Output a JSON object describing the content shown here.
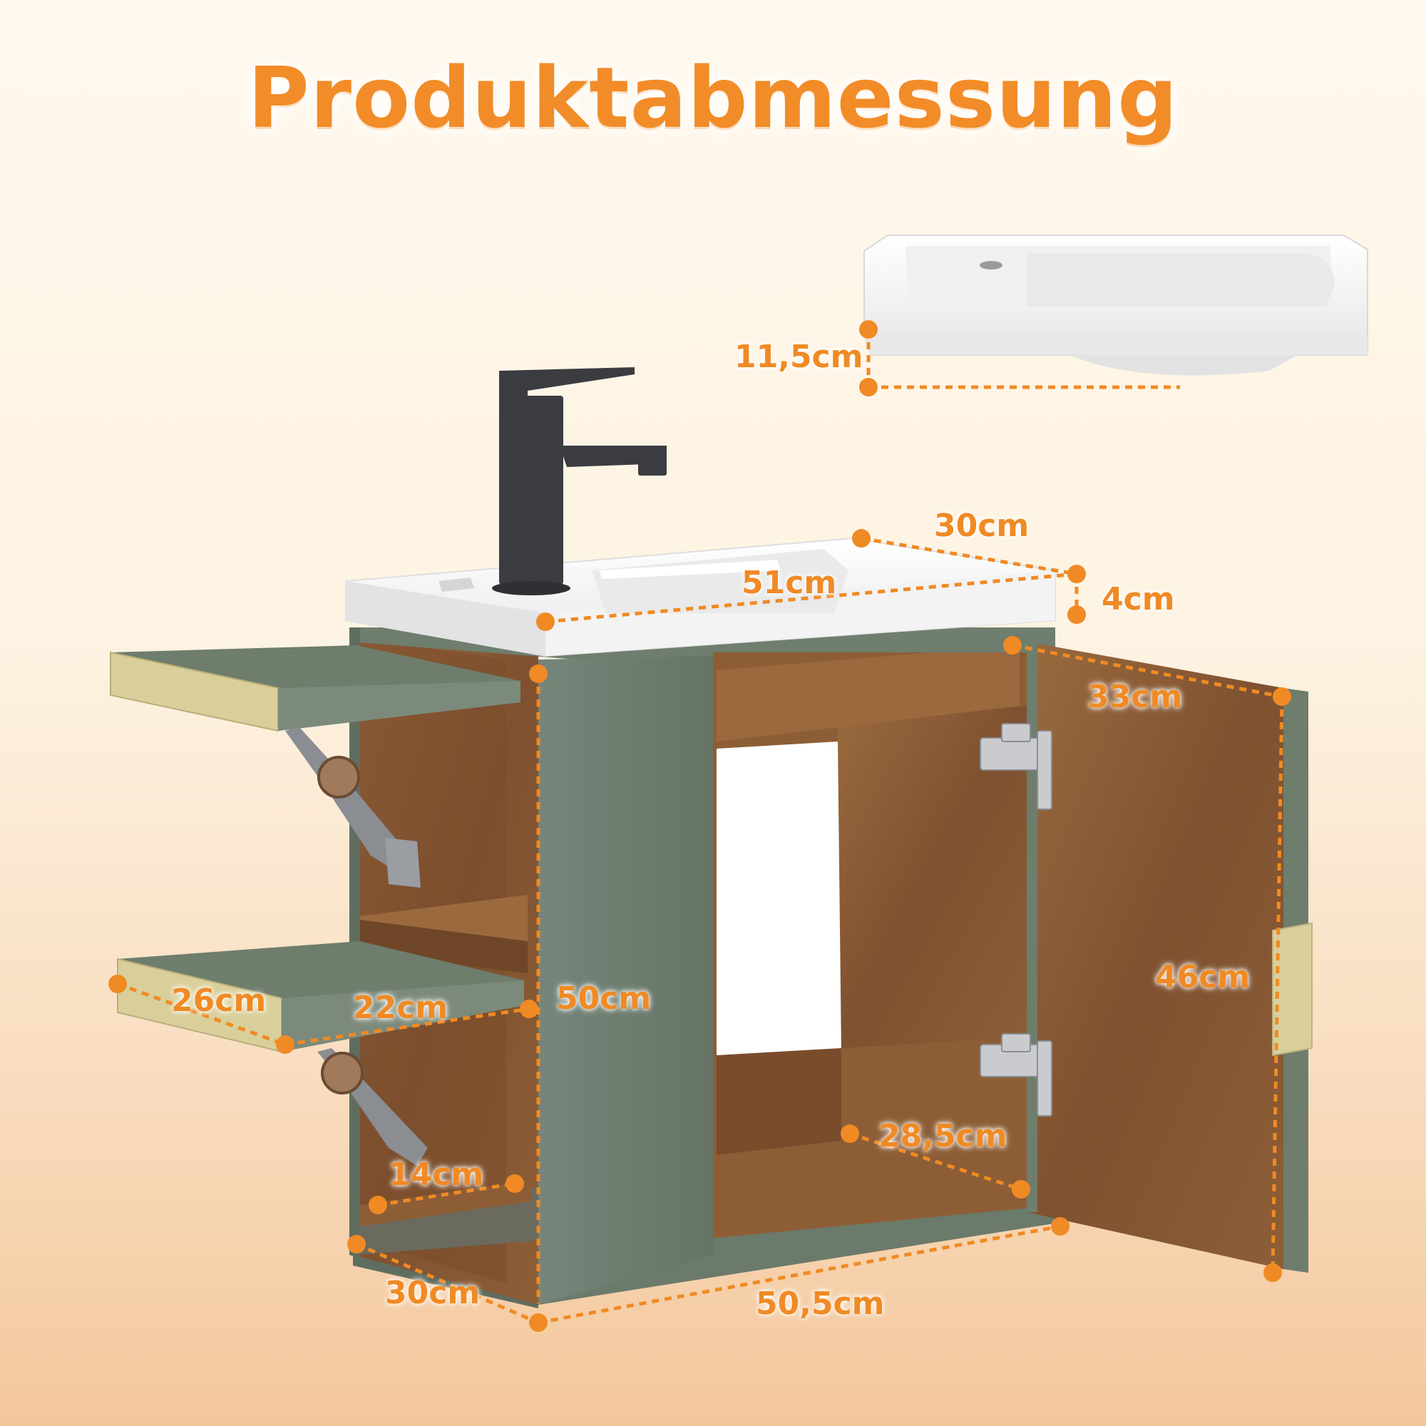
{
  "title": "Produktabmessung",
  "colors": {
    "accent": "#f08a24",
    "cabinet_green": "#6e7d6c",
    "wood": "#8a5a33",
    "basin_white": "#f4f4f4",
    "gold_handle": "#d9cf9a",
    "faucet_black": "#3a3c40"
  },
  "dimensions": {
    "basin_height": "11,5cm",
    "basin_depth": "30cm",
    "basin_width": "51cm",
    "basin_thickness": "4cm",
    "door_width": "33cm",
    "door_height": "46cm",
    "cabinet_height": "50cm",
    "shelf_length": "26cm",
    "shelf_width": "22cm",
    "shelf_gap": "14cm",
    "inner_depth": "28,5cm",
    "cabinet_depth": "30cm",
    "cabinet_width": "50,5cm"
  }
}
